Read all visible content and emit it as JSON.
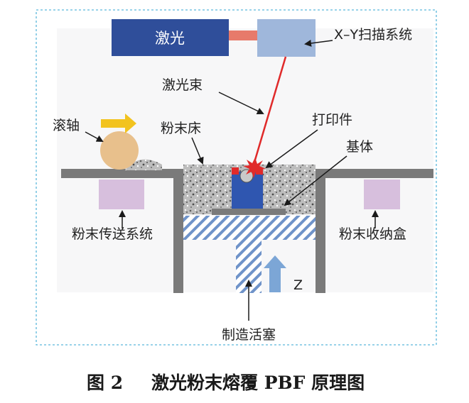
{
  "diagram": {
    "labels": {
      "laser": "激光",
      "scanner": "X–Y扫描系统",
      "beam": "激光束",
      "roller": "滚轴",
      "powder_bed": "粉末床",
      "print_part": "打印件",
      "substrate": "基体",
      "powder_feed": "粉末传送系统",
      "powder_collect": "粉末收纳盒",
      "piston": "制造活塞",
      "z_axis": "Z"
    },
    "colors": {
      "frame_border": "#5bb6dc",
      "laser_box": "#2f4e9a",
      "scanner_box": "#9fb7db",
      "beam": "#e02a2a",
      "connector": "#e77a6a",
      "roller": "#e8c08c",
      "roller_arrow": "#f2c31f",
      "platform": "#7a7a7a",
      "powder": "#b8b8b8",
      "powder_box": "#d7bfdd",
      "part": "#2f56b0",
      "part_red": "#e02a2a",
      "z_arrow": "#7ca6d6",
      "hatch": "#6f93c9"
    }
  },
  "caption": {
    "figure_no": "图 2",
    "title": "激光粉末熔覆 PBF 原理图"
  }
}
